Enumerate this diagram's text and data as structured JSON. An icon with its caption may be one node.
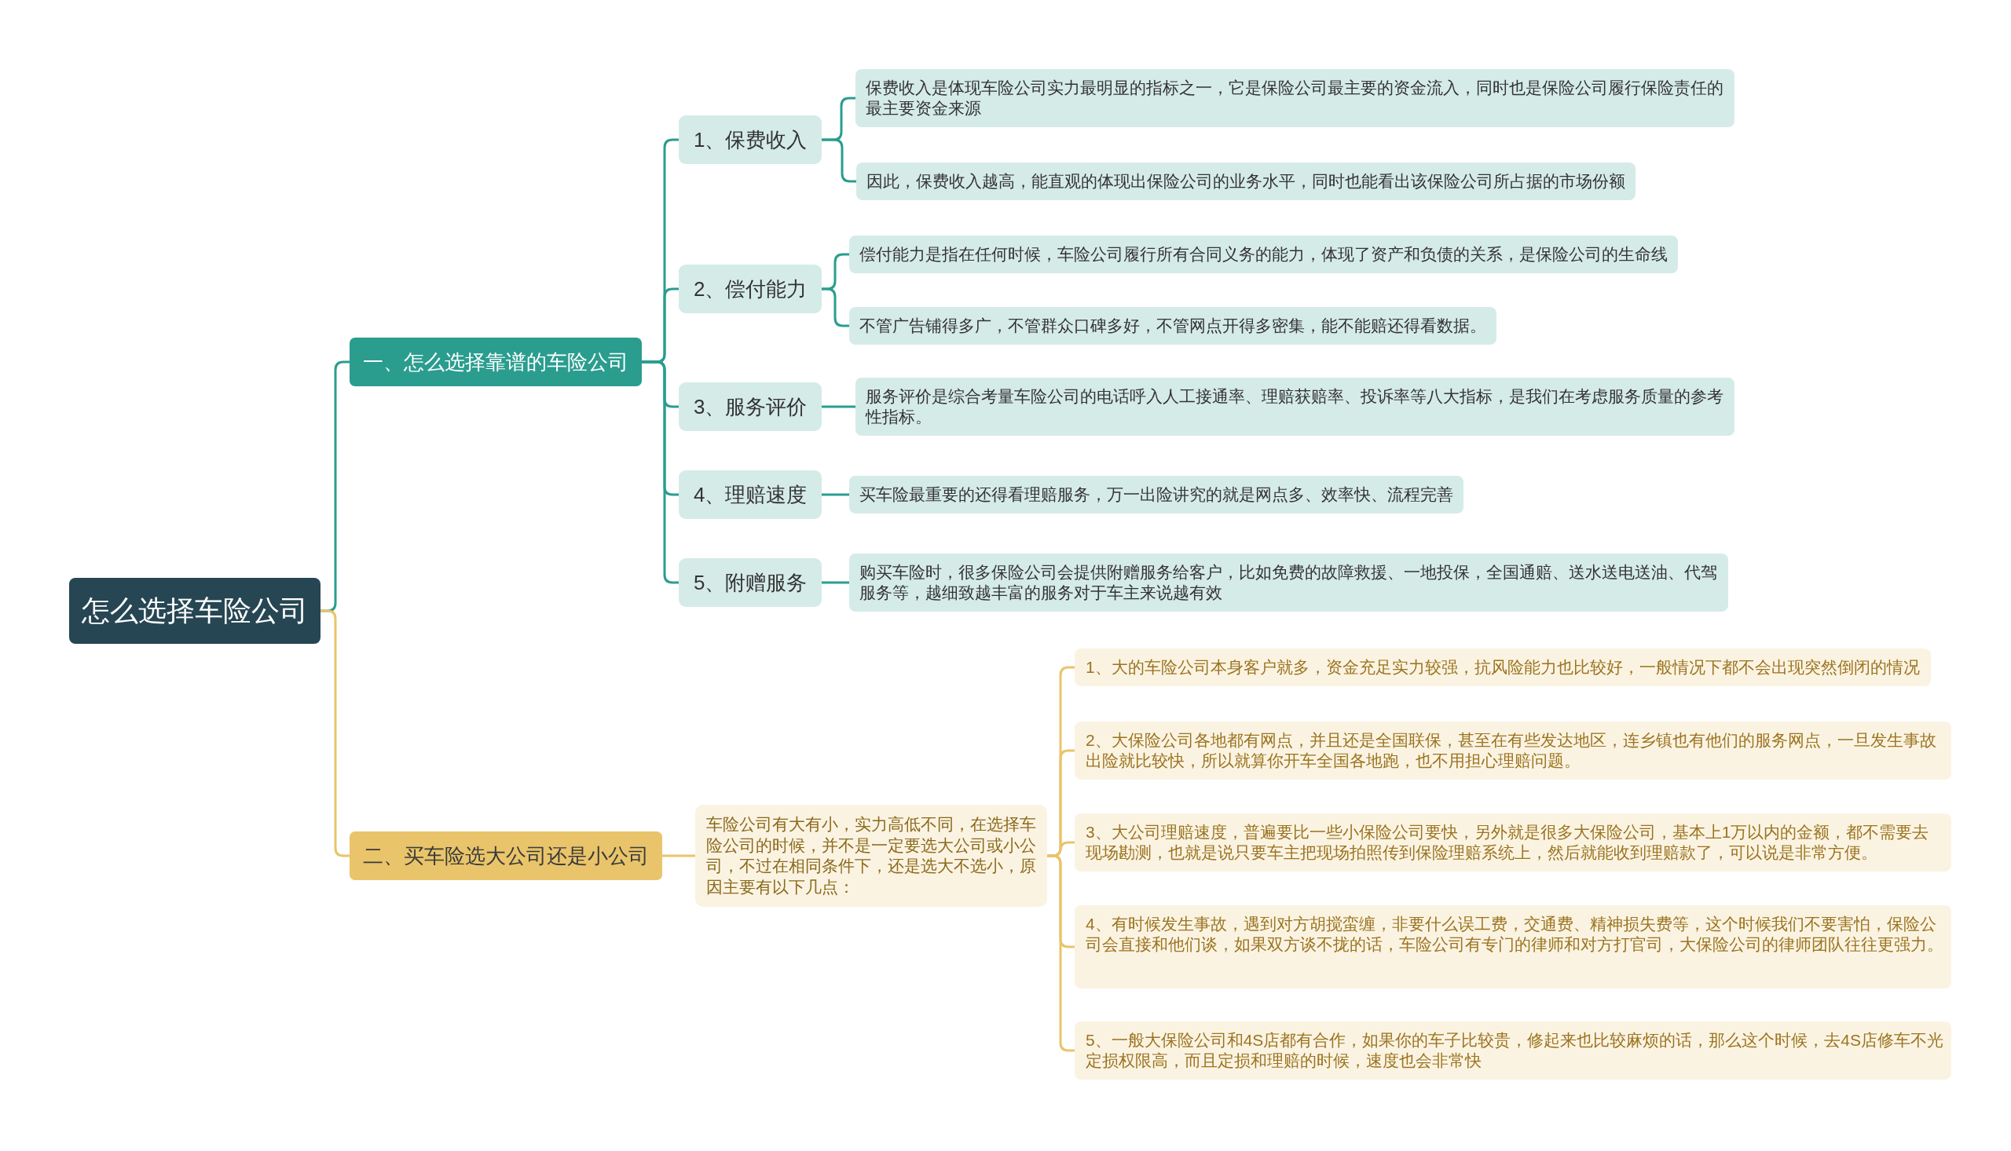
{
  "diagram": {
    "nodes": [
      {
        "text": [
          "怎么选择车险公司"
        ]
      },
      {
        "text": [
          "一、怎么选择靠谱的车险公司"
        ]
      },
      {
        "text": [
          "1、保费收入"
        ]
      },
      {
        "text": [
          "保费收入是体现车险公司实力最明显的指标之一，它是保险公司最主要的资金流入，同时也是保险公司履行保险责任的最主要资金来源"
        ]
      },
      {
        "text": [
          "因此，保费收入越高，能直观的体现出保险公司的业务水平，同时也能看出该保险公司所占据的市场份额"
        ]
      },
      {
        "text": [
          "2、偿付能力"
        ]
      },
      {
        "text": [
          "偿付能力是指在任何时候，车险公司履行所有合同义务的能力，体现了资产和负债的关系，是保险公司的生命线"
        ]
      },
      {
        "text": [
          "不管广告铺得多广，不管群众口碑多好，不管网点开得多密集，能不能赔还得看数据。"
        ]
      },
      {
        "text": [
          "3、服务评价"
        ]
      },
      {
        "text": [
          "服务评价是综合考量车险公司的电话呼入人工接通率、理赔获赔率、投诉率等八大指标，是我们在考虑服务质量的参考性指标。"
        ]
      },
      {
        "text": [
          "4、理赔速度"
        ]
      },
      {
        "text": [
          "买车险最重要的还得看理赔服务，万一出险讲究的就是网点多、效率快、流程完善"
        ]
      },
      {
        "text": [
          "5、附赠服务"
        ]
      },
      {
        "text": [
          "购买车险时，很多保险公司会提供附赠服务给客户，比如免费的故障救援、一地投保，全国通赔、送水送电送油、代驾服务等，越细致越丰富的服务对于车主来说越有效"
        ]
      },
      {
        "text": [
          "二、买车险选大公司还是小公司"
        ]
      },
      {
        "text": [
          "车险公司有大有小，实力高低不同，在选择车险公司的时候，并不是一定要选大公司或小公司，不过在相同条件下，还是选大不选小，原因主要有以下几点："
        ]
      },
      {
        "text": [
          "1、大的车险公司本身客户就多，资金充足实力较强，抗风险能力也比较好，一般情况下都不会出现突然倒闭的情况"
        ]
      },
      {
        "text": [
          "2、大保险公司各地都有网点，并且还是全国联保，甚至在有些发达地区，连乡镇也有他们的服务网点，一旦发生事故出险就比较快，所以就算你开车全国各地跑，也不用担心理赔问题。"
        ]
      },
      {
        "text": [
          "3、大公司理赔速度，普遍要比一些小保险公司要快，另外就是很多大保险公司，基本上1万以内的金额，都不需要去现场勘测，也就是说只要车主把现场拍照传到保险理赔系统上，然后就能收到理赔款了，可以说是非常方便。"
        ]
      },
      {
        "text": [
          "4、有时候发生事故，遇到对方胡搅蛮缠，非要什么误工费，交通费、精神损失费等，这个时候我们不要害怕，保险公司会直接和他们谈，如果双方谈不拢的话，车险公司有专门的律师和对方打官司，大保险公司的律师团队往往更强力。"
        ]
      },
      {
        "text": [
          "5、一般大保险公司和4S店都有合作，如果你的车子比较贵，修起来也比较麻烦的话，那么这个时候，去4S店修车不光定损权限高，而且定损和理赔的时候，速度也会非常快"
        ]
      }
    ],
    "edges": [
      {
        "from": 0,
        "to": 1,
        "arrow": "none"
      },
      {
        "from": 0,
        "to": 14,
        "arrow": "none",
        "color": "#e9c46a"
      },
      {
        "from": 1,
        "to": 2,
        "arrow": "none"
      },
      {
        "from": 1,
        "to": 5,
        "arrow": "none"
      },
      {
        "from": 1,
        "to": 8,
        "arrow": "none"
      },
      {
        "from": 1,
        "to": 10,
        "arrow": "none"
      },
      {
        "from": 1,
        "to": 12,
        "arrow": "none"
      },
      {
        "from": 2,
        "to": 3,
        "arrow": "none"
      },
      {
        "from": 2,
        "to": 4,
        "arrow": "none"
      },
      {
        "from": 5,
        "to": 6,
        "arrow": "none"
      },
      {
        "from": 5,
        "to": 7,
        "arrow": "none"
      },
      {
        "from": 8,
        "to": 9,
        "arrow": "none"
      },
      {
        "from": 10,
        "to": 11,
        "arrow": "none"
      },
      {
        "from": 12,
        "to": 13,
        "arrow": "none"
      },
      {
        "from": 14,
        "to": 15,
        "arrow": "none",
        "color": "#e9c46a"
      },
      {
        "from": 15,
        "to": 16,
        "arrow": "none",
        "color": "#e9c46a"
      },
      {
        "from": 15,
        "to": 17,
        "arrow": "none",
        "color": "#e9c46a"
      },
      {
        "from": 15,
        "to": 18,
        "arrow": "none",
        "color": "#e9c46a"
      },
      {
        "from": 15,
        "to": 19,
        "arrow": "none",
        "color": "#e9c46a"
      },
      {
        "from": 15,
        "to": 20,
        "arrow": "none",
        "color": "#e9c46a"
      }
    ]
  }
}
